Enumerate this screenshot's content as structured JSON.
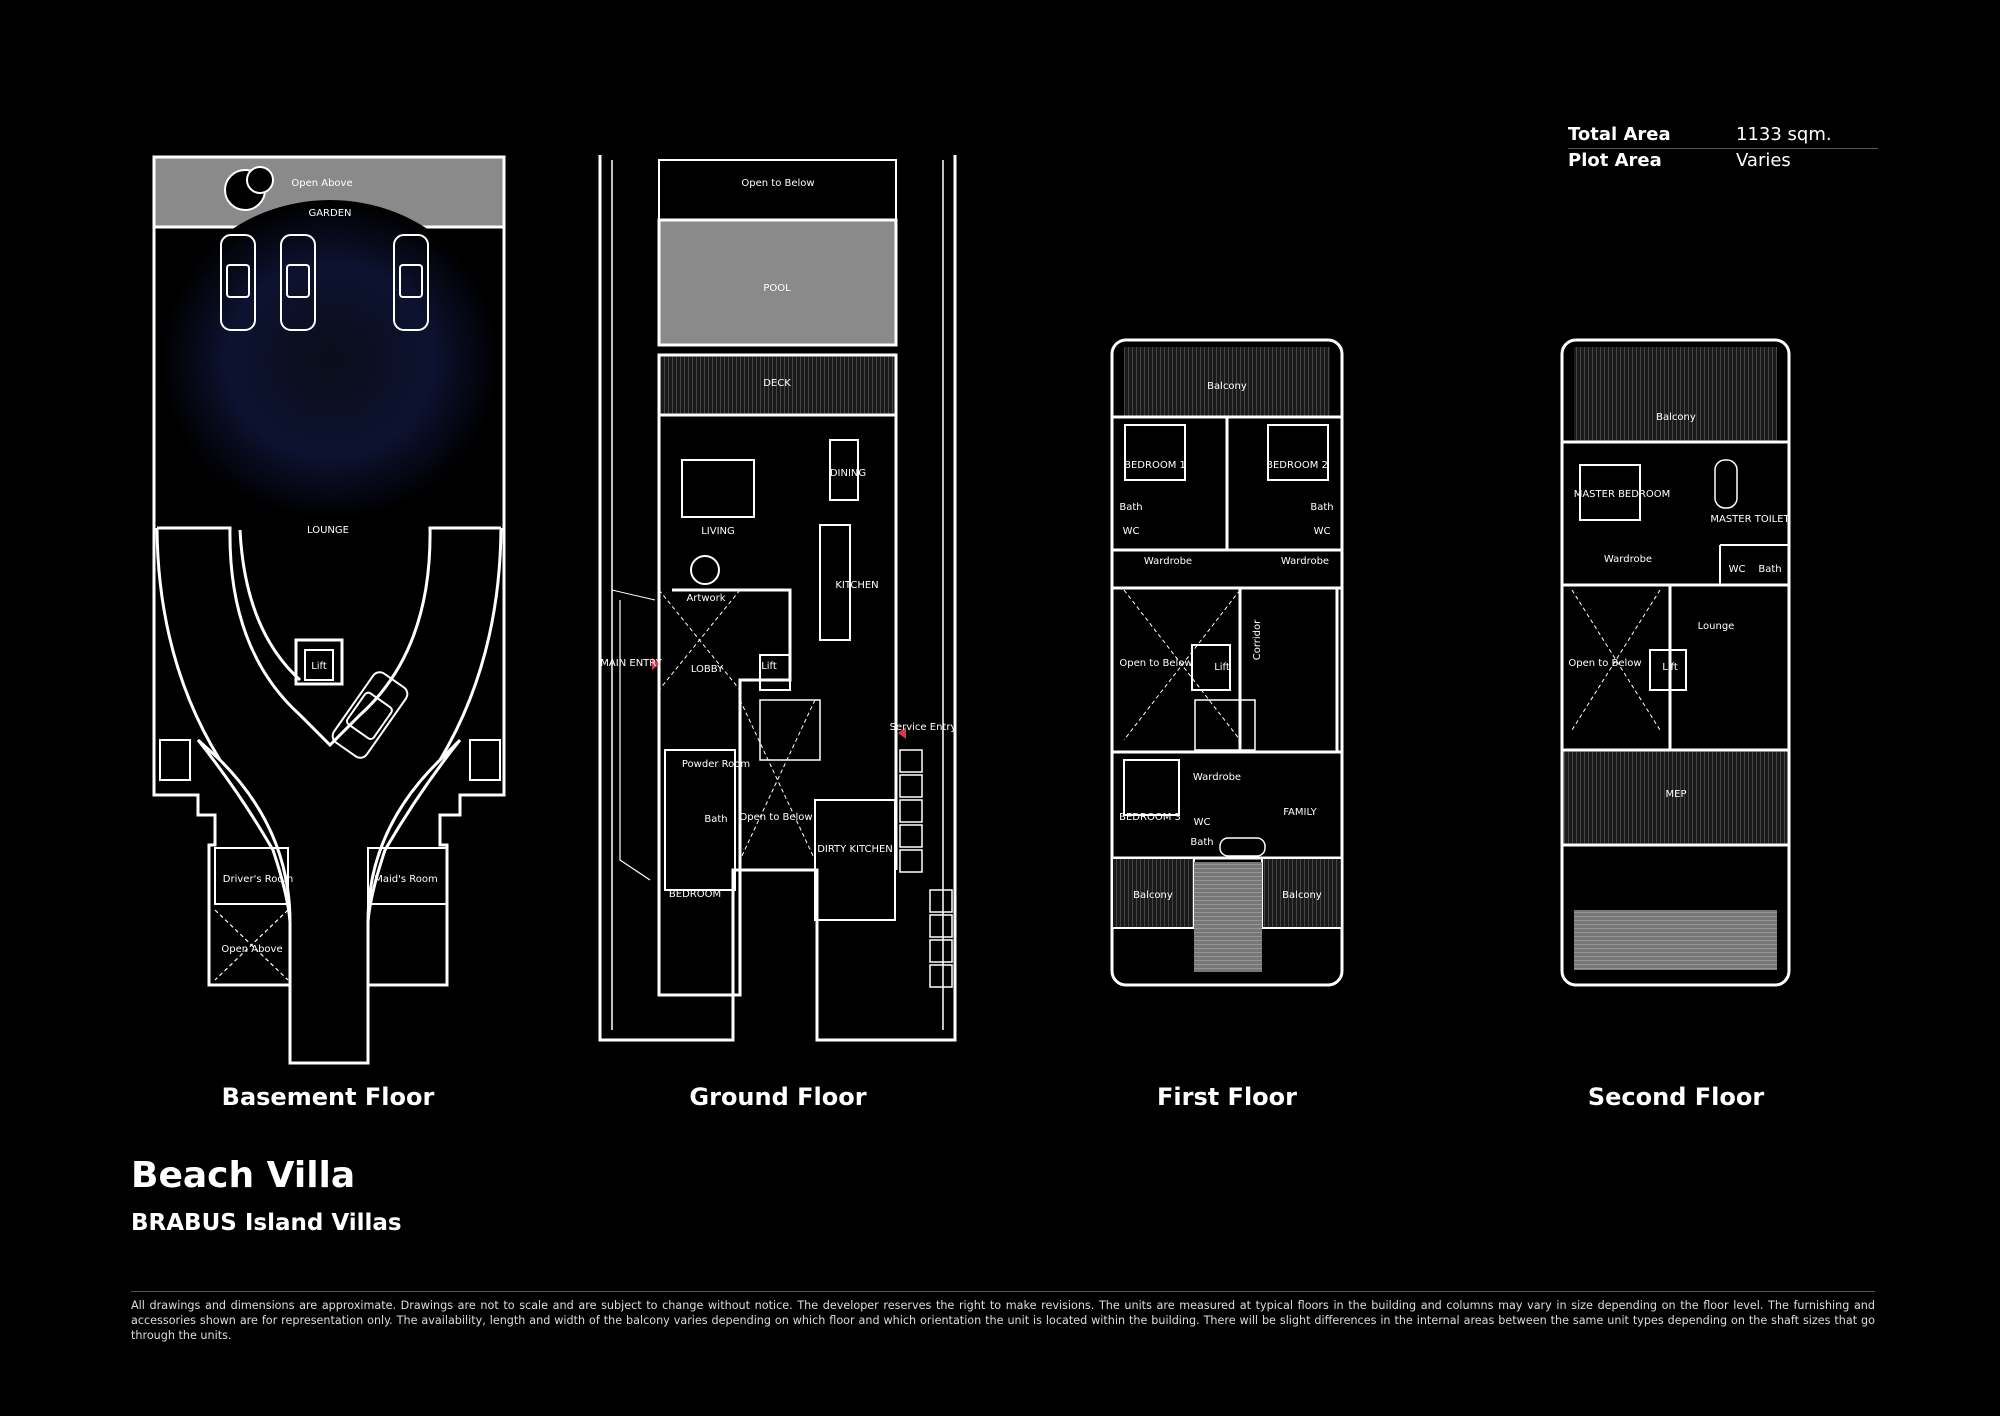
{
  "specs": {
    "total_area_label": "Total Area",
    "total_area_value": "1133 sqm.",
    "plot_area_label": "Plot Area",
    "plot_area_value": "Varies"
  },
  "floors": {
    "basement": {
      "label": "Basement Floor",
      "rooms": {
        "open_above": "Open Above",
        "garden": "GARDEN",
        "lounge": "LOUNGE",
        "lift": "Lift",
        "drivers_room": "Driver's Room",
        "maids_room": "Maid's Room",
        "open_above_2": "Open Above"
      }
    },
    "ground": {
      "label": "Ground Floor",
      "rooms": {
        "open_below": "Open to Below",
        "pool": "POOL",
        "deck": "DECK",
        "living": "LIVING",
        "dining": "DINING",
        "artwork": "Artwork",
        "kitchen": "KITCHEN",
        "main_entry": "MAIN ENTRY",
        "lobby": "LOBBY",
        "lift": "Lift",
        "service_entry": "Service Entry",
        "powder_room": "Powder Room",
        "bath": "Bath",
        "open_to_below": "Open to Below",
        "dirty_kitchen": "DIRTY KITCHEN",
        "bedroom": "BEDROOM"
      }
    },
    "first": {
      "label": "First Floor",
      "rooms": {
        "balcony_top": "Balcony",
        "bedroom1": "BEDROOM 1",
        "bedroom2": "BEDROOM 2",
        "bath1": "Bath",
        "wc1": "WC",
        "bath2": "Bath",
        "wc2": "WC",
        "wardrobe1": "Wardrobe",
        "wardrobe2": "Wardrobe",
        "open_to_below": "Open to Below",
        "lift": "Lift",
        "corridor": "Corridor",
        "wardrobe3": "Wardrobe",
        "bedroom3": "BEDROOM 3",
        "wc3": "WC",
        "bath3": "Bath",
        "family": "FAMILY",
        "balcony_left": "Balcony",
        "balcony_right": "Balcony"
      }
    },
    "second": {
      "label": "Second Floor",
      "rooms": {
        "balcony": "Balcony",
        "master_bedroom": "MASTER BEDROOM",
        "master_toilet": "MASTER TOILET",
        "wardrobe": "Wardrobe",
        "wc": "WC",
        "bath": "Bath",
        "open_to_below": "Open to Below",
        "lounge": "Lounge",
        "lift": "Lift",
        "mep": "MEP"
      }
    }
  },
  "title": "Beach Villa",
  "subtitle": "BRABUS Island Villas",
  "disclaimer": "All drawings and dimensions are approximate. Drawings are not to scale and are subject to change without notice. The developer reserves the right to make revisions. The units are measured at typical floors in the building and columns may vary in size depending on the floor level. The furnishing and accessories shown are for representation only. The availability, length and width of the balcony varies depending on which floor and which orientation the unit is located within the building. There will be slight differences in the internal areas between the same unit types depending on the shaft sizes that go through the units.",
  "colors": {
    "background": "#000000",
    "line": "#ffffff",
    "grey_fill": "#8a8a8a",
    "entry_arrow": "#e0344a"
  }
}
